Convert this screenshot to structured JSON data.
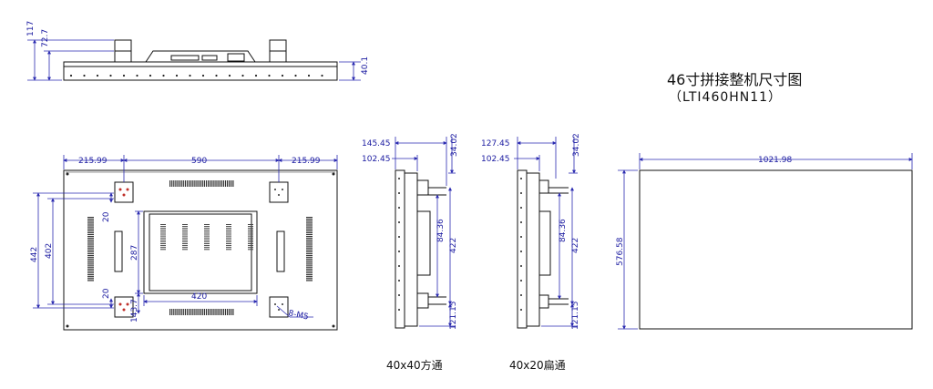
{
  "title": {
    "main": "46寸拼接整机尺寸图",
    "model": "（LTI460HN11）"
  },
  "top_view": {
    "dims": {
      "total_height": "117",
      "bracket_height": "72.7",
      "body_height": "40.1"
    }
  },
  "front_view": {
    "dims": {
      "left_offset": "215.99",
      "center_span": "590",
      "right_offset": "215.99",
      "outer_height": "442",
      "inner_height": "402",
      "bracket_upper": "20",
      "bracket_lower": "20",
      "box_height": "287",
      "box_bottom": "143.7",
      "box_width": "420",
      "screws": "8-M5"
    }
  },
  "side_view_a": {
    "caption": "40x40方通",
    "dims": {
      "w1": "145.45",
      "w2": "102.45",
      "top": "34.02",
      "mid": "84.36",
      "height": "422",
      "bottom": "121.15"
    }
  },
  "side_view_b": {
    "caption": "40x20扁通",
    "dims": {
      "w1": "127.45",
      "w2": "102.45",
      "top": "34.02",
      "mid": "84.36",
      "height": "422",
      "bottom": "121.15"
    }
  },
  "outline_view": {
    "dims": {
      "width": "1021.98",
      "height": "576.58"
    }
  }
}
